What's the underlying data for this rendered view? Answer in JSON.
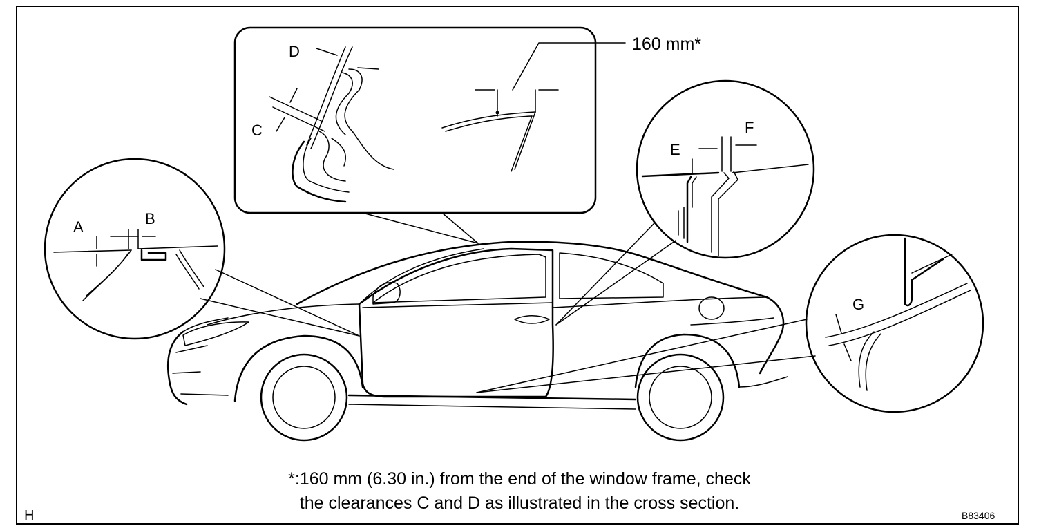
{
  "labels": {
    "a": "A",
    "b": "B",
    "c": "C",
    "d": "D",
    "e": "E",
    "f": "F",
    "g": "G",
    "dimension": "160 mm*"
  },
  "caption": {
    "line1": "*:160 mm (6.30 in.) from the end of the window frame, check",
    "line2": "the clearances C and D as illustrated in the cross section."
  },
  "corner_letter": "H",
  "reference_code": "B83406"
}
